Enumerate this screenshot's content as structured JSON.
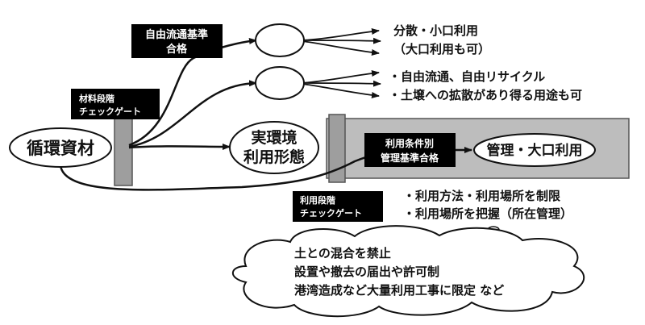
{
  "nodes": {
    "source": "循環資材",
    "actual_use": [
      "実環境",
      "利用形態"
    ],
    "managed_use": "管理・大口利用"
  },
  "gates": {
    "material_gate": [
      "材料段階",
      "チェックゲート"
    ],
    "use_gate": [
      "利用段階",
      "チェックゲート"
    ]
  },
  "labels": {
    "free_flow_standard": [
      "自由流通基準",
      "合格"
    ],
    "conditional_standard": [
      "利用条件別",
      "管理基準合格"
    ]
  },
  "outcomes": {
    "distributed": [
      "分散・小口利用",
      "（大口利用も可）"
    ],
    "free_recycle": [
      "・自由流通、自由リサイクル",
      "・土壌への拡散があり得る用途も可"
    ],
    "use_restrictions": [
      "・利用方法・利用場所を制限",
      "・利用場所を把握（所在管理）"
    ]
  },
  "cloud_notes": [
    "土との混合を禁止",
    "設置や撤去の届出や許可制",
    "港湾造成など大量利用工事に限定 など"
  ]
}
